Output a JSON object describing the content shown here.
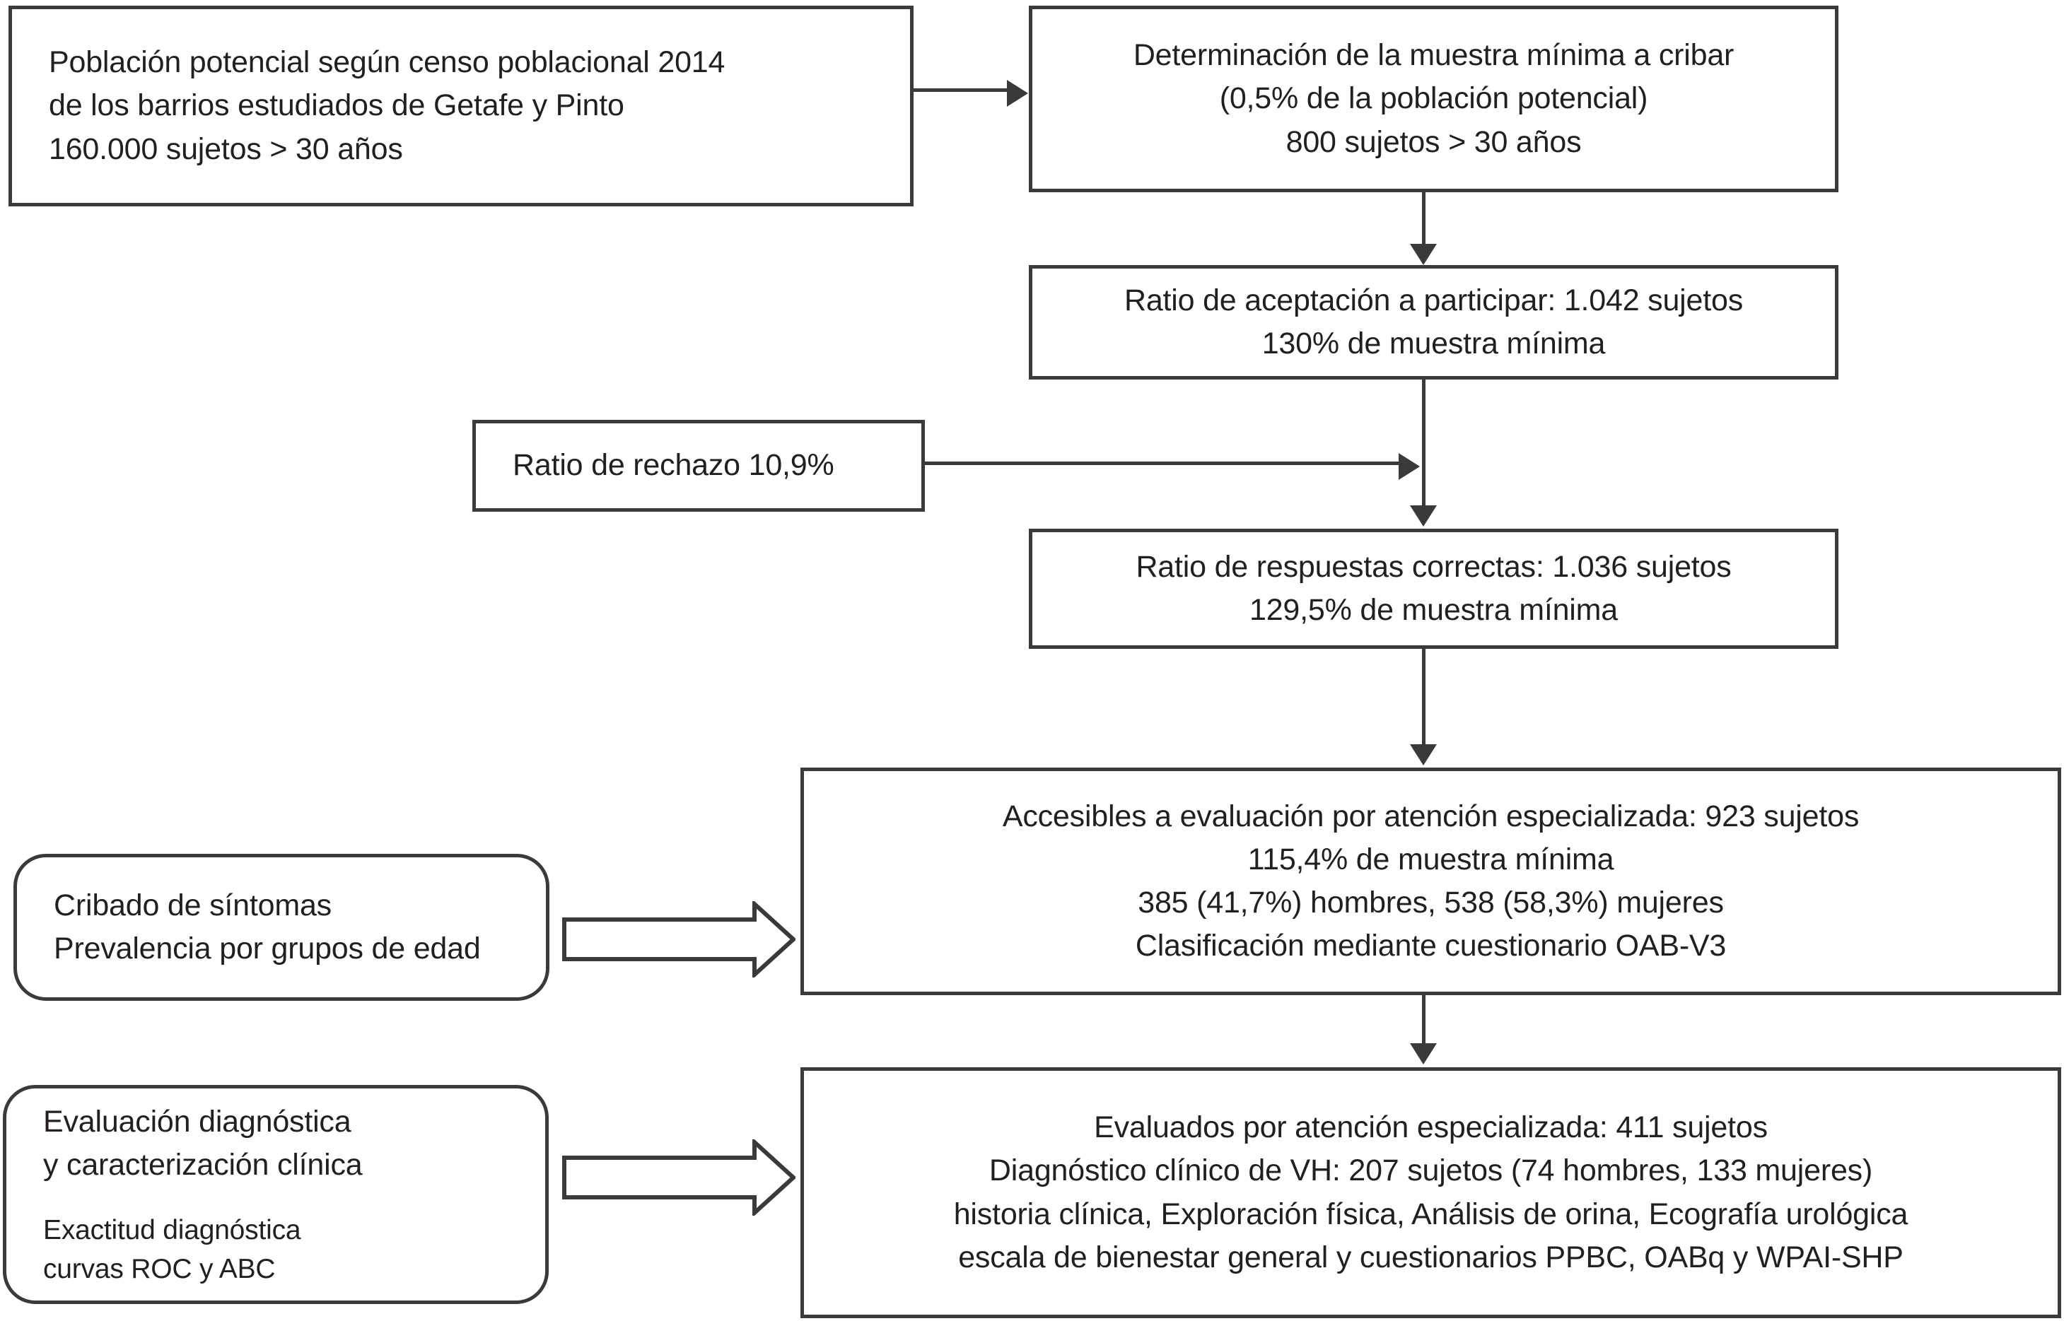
{
  "figure": {
    "type": "flowchart",
    "language": "es",
    "accent_color": "#3a3a3c",
    "background": "#ffffff"
  },
  "nodes": {
    "poblacion_potencial": {
      "shape": "rectangle",
      "align": "left",
      "lines": [
        "Población potencial según censo poblacional 2014",
        "de los barrios estudiados de Getafe y Pinto",
        "160.000 sujetos > 30 años"
      ]
    },
    "muestra_minima": {
      "shape": "rectangle",
      "align": "center",
      "lines": [
        "Determinación de la muestra mínima a cribar",
        "(0,5% de la población potencial)",
        "800 sujetos > 30 años"
      ]
    },
    "ratio_aceptacion": {
      "shape": "rectangle",
      "align": "center",
      "lines": [
        "Ratio de aceptación a participar: 1.042 sujetos",
        "130% de muestra mínima"
      ]
    },
    "ratio_rechazo": {
      "shape": "rectangle",
      "align": "left",
      "lines": [
        "Ratio de rechazo 10,9%"
      ]
    },
    "respuestas_correctas": {
      "shape": "rectangle",
      "align": "center",
      "lines": [
        "Ratio de respuestas correctas: 1.036 sujetos",
        "129,5% de muestra mínima"
      ]
    },
    "cribado_sintomas": {
      "shape": "rounded-rectangle",
      "align": "left",
      "lines": [
        "Cribado de síntomas",
        "Prevalencia por grupos de edad"
      ]
    },
    "accesibles_evaluacion": {
      "shape": "rectangle",
      "align": "center",
      "lines": [
        "Accesibles a evaluación por atención especializada: 923 sujetos",
        "115,4% de muestra mínima",
        "385 (41,7%) hombres, 538 (58,3%) mujeres",
        "Clasificación mediante cuestionario OAB-V3"
      ]
    },
    "evaluacion_diagnostica": {
      "shape": "rounded-rectangle",
      "align": "left",
      "lines": [
        "Evaluación diagnóstica",
        "y caracterización clínica"
      ],
      "sub_lines": [
        "Exactitud diagnóstica",
        "curvas ROC y ABC"
      ]
    },
    "evaluados_especializada": {
      "shape": "rectangle",
      "align": "center",
      "lines": [
        "Evaluados por atención especializada: 411 sujetos",
        "Diagnóstico clínico de VH: 207 sujetos (74 hombres, 133 mujeres)",
        "historia clínica, Exploración física, Análisis de orina, Ecografía urológica",
        "escala de bienestar general y cuestionarios PPBC, OABq y WPAI-SHP"
      ]
    }
  },
  "connectors": [
    {
      "name": "poblacion-to-muestra",
      "style": "thin-arrow",
      "direction": "right"
    },
    {
      "name": "muestra-to-aceptacion",
      "style": "thin-arrow",
      "direction": "down"
    },
    {
      "name": "rechazo-to-spine",
      "style": "thin-arrow",
      "direction": "right"
    },
    {
      "name": "aceptacion-to-respuestas",
      "style": "thin-arrow",
      "direction": "down"
    },
    {
      "name": "respuestas-to-accesibles",
      "style": "thin-arrow",
      "direction": "down"
    },
    {
      "name": "accesibles-to-evaluados",
      "style": "thin-arrow",
      "direction": "down"
    },
    {
      "name": "cribado-to-accesibles",
      "style": "block-arrow",
      "direction": "right"
    },
    {
      "name": "diagnostica-to-evaluados",
      "style": "block-arrow",
      "direction": "right"
    }
  ]
}
